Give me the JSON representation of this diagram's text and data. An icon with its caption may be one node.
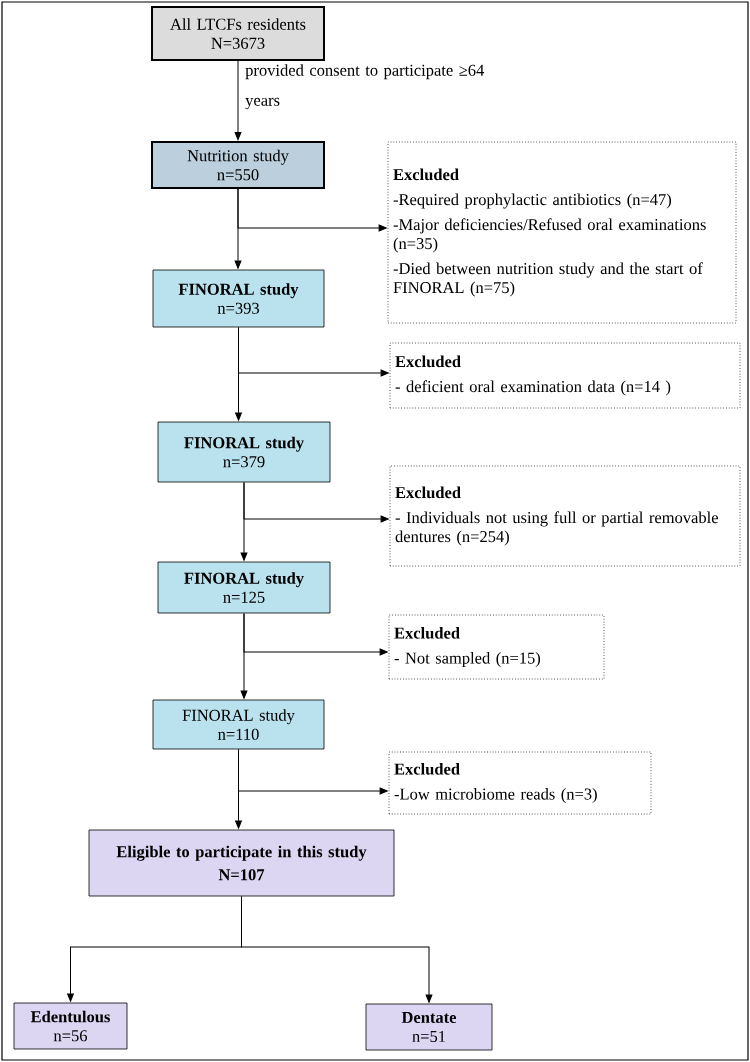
{
  "diagram": {
    "nodes": [
      {
        "text": [
          "All LTCFs residents",
          "N=3673"
        ]
      },
      {
        "text": [
          "Nutrition study",
          "n=550"
        ]
      },
      {
        "text": [
          "Excluded",
          "-Required prophylactic antibiotics (n=47)",
          "-Major deficiencies/Refused oral examinations (n=35)",
          "-Died between nutrition study and the start of FINORAL (n=75)"
        ]
      },
      {
        "text": [
          "FINORAL study",
          "n=393"
        ]
      },
      {
        "text": [
          "Excluded",
          "- deficient oral examination data (n=14 )"
        ]
      },
      {
        "text": [
          "FINORAL study",
          "n=379"
        ]
      },
      {
        "text": [
          "Excluded",
          "- Individuals not using full or partial removable dentures  (n=254)"
        ]
      },
      {
        "text": [
          "FINORAL study",
          "n=125"
        ]
      },
      {
        "text": [
          "Excluded",
          "- Not sampled  (n=15)"
        ]
      },
      {
        "text": [
          "FINORAL study",
          "n=110"
        ]
      },
      {
        "text": [
          "Excluded",
          "-Low microbiome reads (n=3)"
        ]
      },
      {
        "text": [
          "Eligible to participate in this study",
          "N=107"
        ]
      },
      {
        "text": [
          "Edentulous",
          "n=56"
        ]
      },
      {
        "text": [
          "Dentate",
          "n=51"
        ]
      }
    ],
    "edges": [
      {
        "from": 0,
        "to": 1,
        "arrow": "to",
        "label": "provided consent to participate ≥64 years"
      },
      {
        "from": 1,
        "to": 3,
        "arrow": "to"
      },
      {
        "from": 1,
        "to": 2,
        "arrow": "to"
      },
      {
        "from": 3,
        "to": 5,
        "arrow": "to"
      },
      {
        "from": 3,
        "to": 4,
        "arrow": "to"
      },
      {
        "from": 5,
        "to": 7,
        "arrow": "to"
      },
      {
        "from": 5,
        "to": 6,
        "arrow": "to"
      },
      {
        "from": 7,
        "to": 9,
        "arrow": "to"
      },
      {
        "from": 7,
        "to": 8,
        "arrow": "to"
      },
      {
        "from": 9,
        "to": 11,
        "arrow": "to"
      },
      {
        "from": 9,
        "to": 10,
        "arrow": "to"
      },
      {
        "from": 11,
        "to": 12,
        "arrow": "to"
      },
      {
        "from": 11,
        "to": 13,
        "arrow": "to"
      }
    ]
  }
}
